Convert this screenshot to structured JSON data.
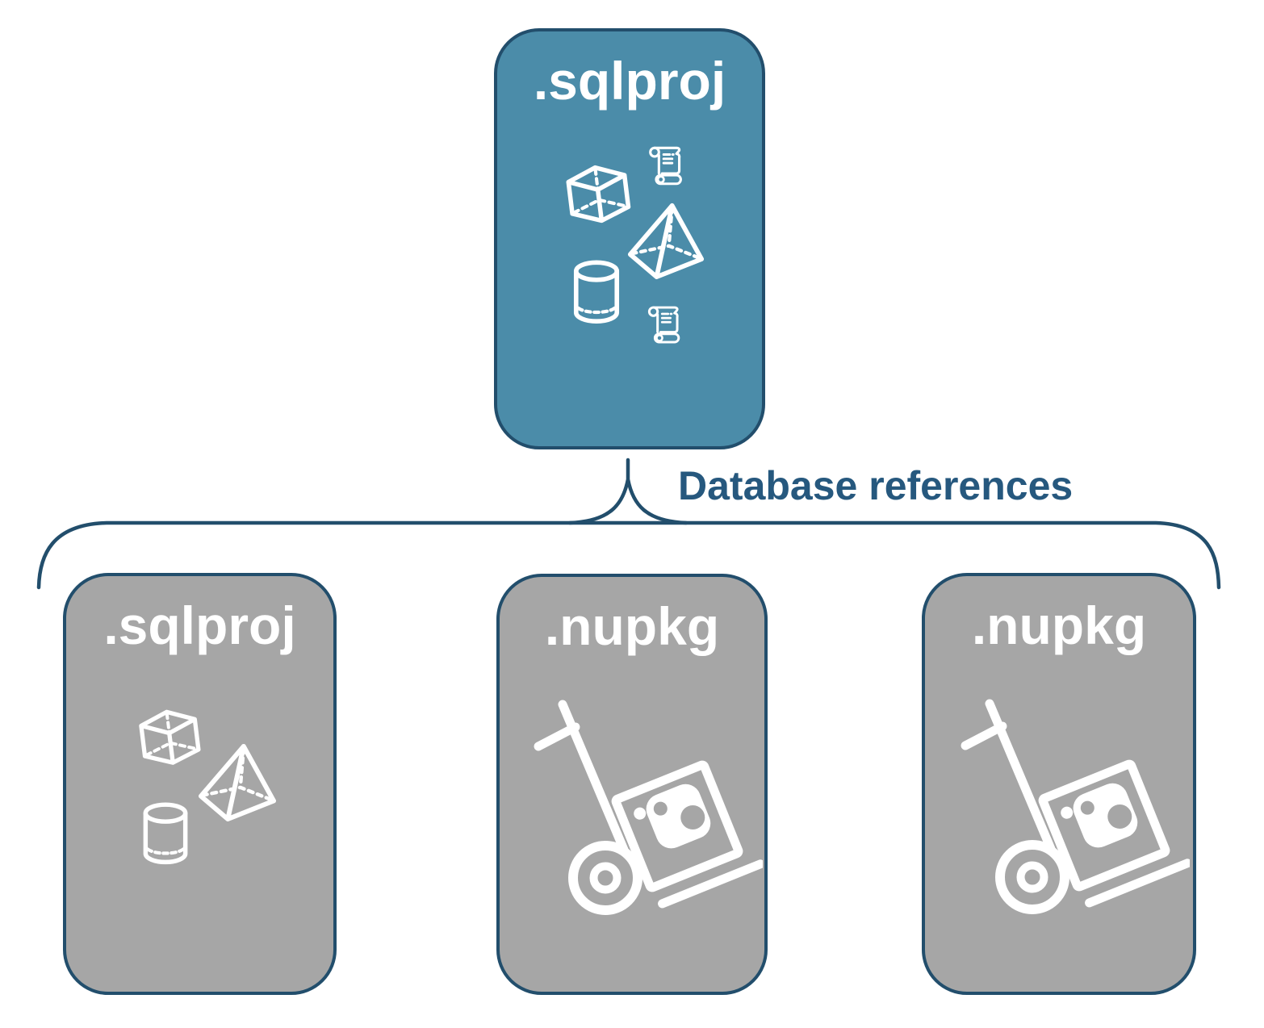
{
  "diagram": {
    "root_box": {
      "title": ".sqlproj",
      "icons": [
        "cube-icon",
        "scroll-icon",
        "pyramid-icon",
        "cylinder-icon",
        "scroll-icon"
      ]
    },
    "connector_label": "Database references",
    "child_boxes": [
      {
        "title": ".sqlproj",
        "icons": [
          "cube-icon",
          "pyramid-icon",
          "cylinder-icon"
        ]
      },
      {
        "title": ".nupkg",
        "icons": [
          "package-dolly-icon"
        ]
      },
      {
        "title": ".nupkg",
        "icons": [
          "package-dolly-icon"
        ]
      }
    ],
    "colors": {
      "root_fill": "#4b8ca9",
      "child_fill": "#a6a6a6",
      "line": "#224e6c",
      "label_text": "#26587e",
      "icon": "#ffffff",
      "background": "#ffffff"
    }
  }
}
